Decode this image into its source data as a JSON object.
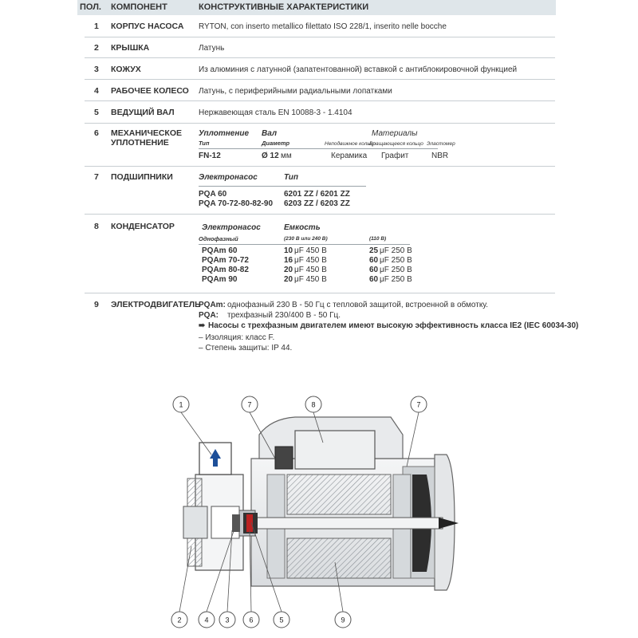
{
  "header": {
    "pos": "ПОЛ.",
    "component": "КОМПОНЕНТ",
    "characteristics": "КОНСТРУКТИВНЫЕ ХАРАКТЕРИСТИКИ"
  },
  "rows": [
    {
      "num": "1",
      "name": "КОРПУС НАСОСА",
      "desc": "RYTON, con inserto metallico  filettato ISO 228/1, inserito nelle bocche"
    },
    {
      "num": "2",
      "name": "КРЫШКА",
      "desc": "Латунь"
    },
    {
      "num": "3",
      "name": "КОЖУХ",
      "desc": "Из алюминия с латунной (запатентованной) вставкой с антиблокировочной функцией"
    },
    {
      "num": "4",
      "name": "РАБОЧЕЕ КОЛЕСО",
      "desc": "Латунь, с периферийными радиальными лопатками"
    },
    {
      "num": "5",
      "name": "ВЕДУЩИЙ ВАЛ",
      "desc": "Нержавеющая сталь EN 10088-3 - 1.4104"
    }
  ],
  "seal": {
    "num": "6",
    "name_line1": "МЕХАНИЧЕСКОЕ",
    "name_line2": "УПЛОТНЕНИЕ",
    "h_seal": "Уплотнение",
    "h_shaft": "Вал",
    "h_materials": "Материалы",
    "sub_type": "Тип",
    "sub_diameter": "Диаметр",
    "sub_stationary": "Неподвижное кольцо",
    "sub_rotating": "Вращающееся кольцо",
    "sub_elastomer": "Эластомер",
    "type": "FN-12",
    "diameter": "Ø 12",
    "unit": "мм",
    "stationary": "Керамика",
    "rotating": "Графит",
    "elastomer": "NBR"
  },
  "bearings": {
    "num": "7",
    "name": "ПОДШИПНИКИ",
    "h_pump": "Электронасос",
    "h_type": "Тип",
    "rows": [
      {
        "pump": "PQA 60",
        "type": "6201 ZZ / 6201 ZZ"
      },
      {
        "pump": "PQA 70-72-80-82-90",
        "type": "6203 ZZ / 6203 ZZ"
      }
    ]
  },
  "capacitor": {
    "num": "8",
    "name": "КОНДЕНСАТОР",
    "h_pump": "Электронасос",
    "h_capacity": "Емкость",
    "sub_single": "Однофазный",
    "sub_230": "(230 В или 240 В)",
    "sub_110": "(110 В)",
    "rows": [
      {
        "pump": "PQAm 60",
        "v1": "10",
        "u1": "μF 450 В",
        "v2": "25",
        "u2": "μF 250 В"
      },
      {
        "pump": "PQAm 70-72",
        "v1": "16",
        "u1": "μF 450 В",
        "v2": "60",
        "u2": "μF 250 В"
      },
      {
        "pump": "PQAm 80-82",
        "v1": "20",
        "u1": "μF 450 В",
        "v2": "60",
        "u2": "μF 250 В"
      },
      {
        "pump": "PQAm 90",
        "v1": "20",
        "u1": "μF 450 В",
        "v2": "60",
        "u2": "μF 250 В"
      }
    ]
  },
  "motor": {
    "num": "9",
    "name": "ЭЛЕКТРОДВИГАТЕЛЬ",
    "l1_key": "PQAm:",
    "l1_text": "однофазный 230 В - 50 Гц с тепловой защитой, встроенной в обмотку.",
    "l2_key": "PQA:",
    "l2_text": "трехфазный 230/400 В - 50 Гц.",
    "note_arrow": "➠",
    "note": "Насосы с трехфазным двигателем имеют высокую эффективность класса IE2 (IEC 60034-30)",
    "insulation": "– Изоляция: класс F.",
    "protection": "– Степень защиты: IP 44."
  },
  "diagram": {
    "callouts": [
      "1",
      "7",
      "8",
      "7",
      "2",
      "4",
      "3",
      "6",
      "5",
      "9"
    ]
  }
}
